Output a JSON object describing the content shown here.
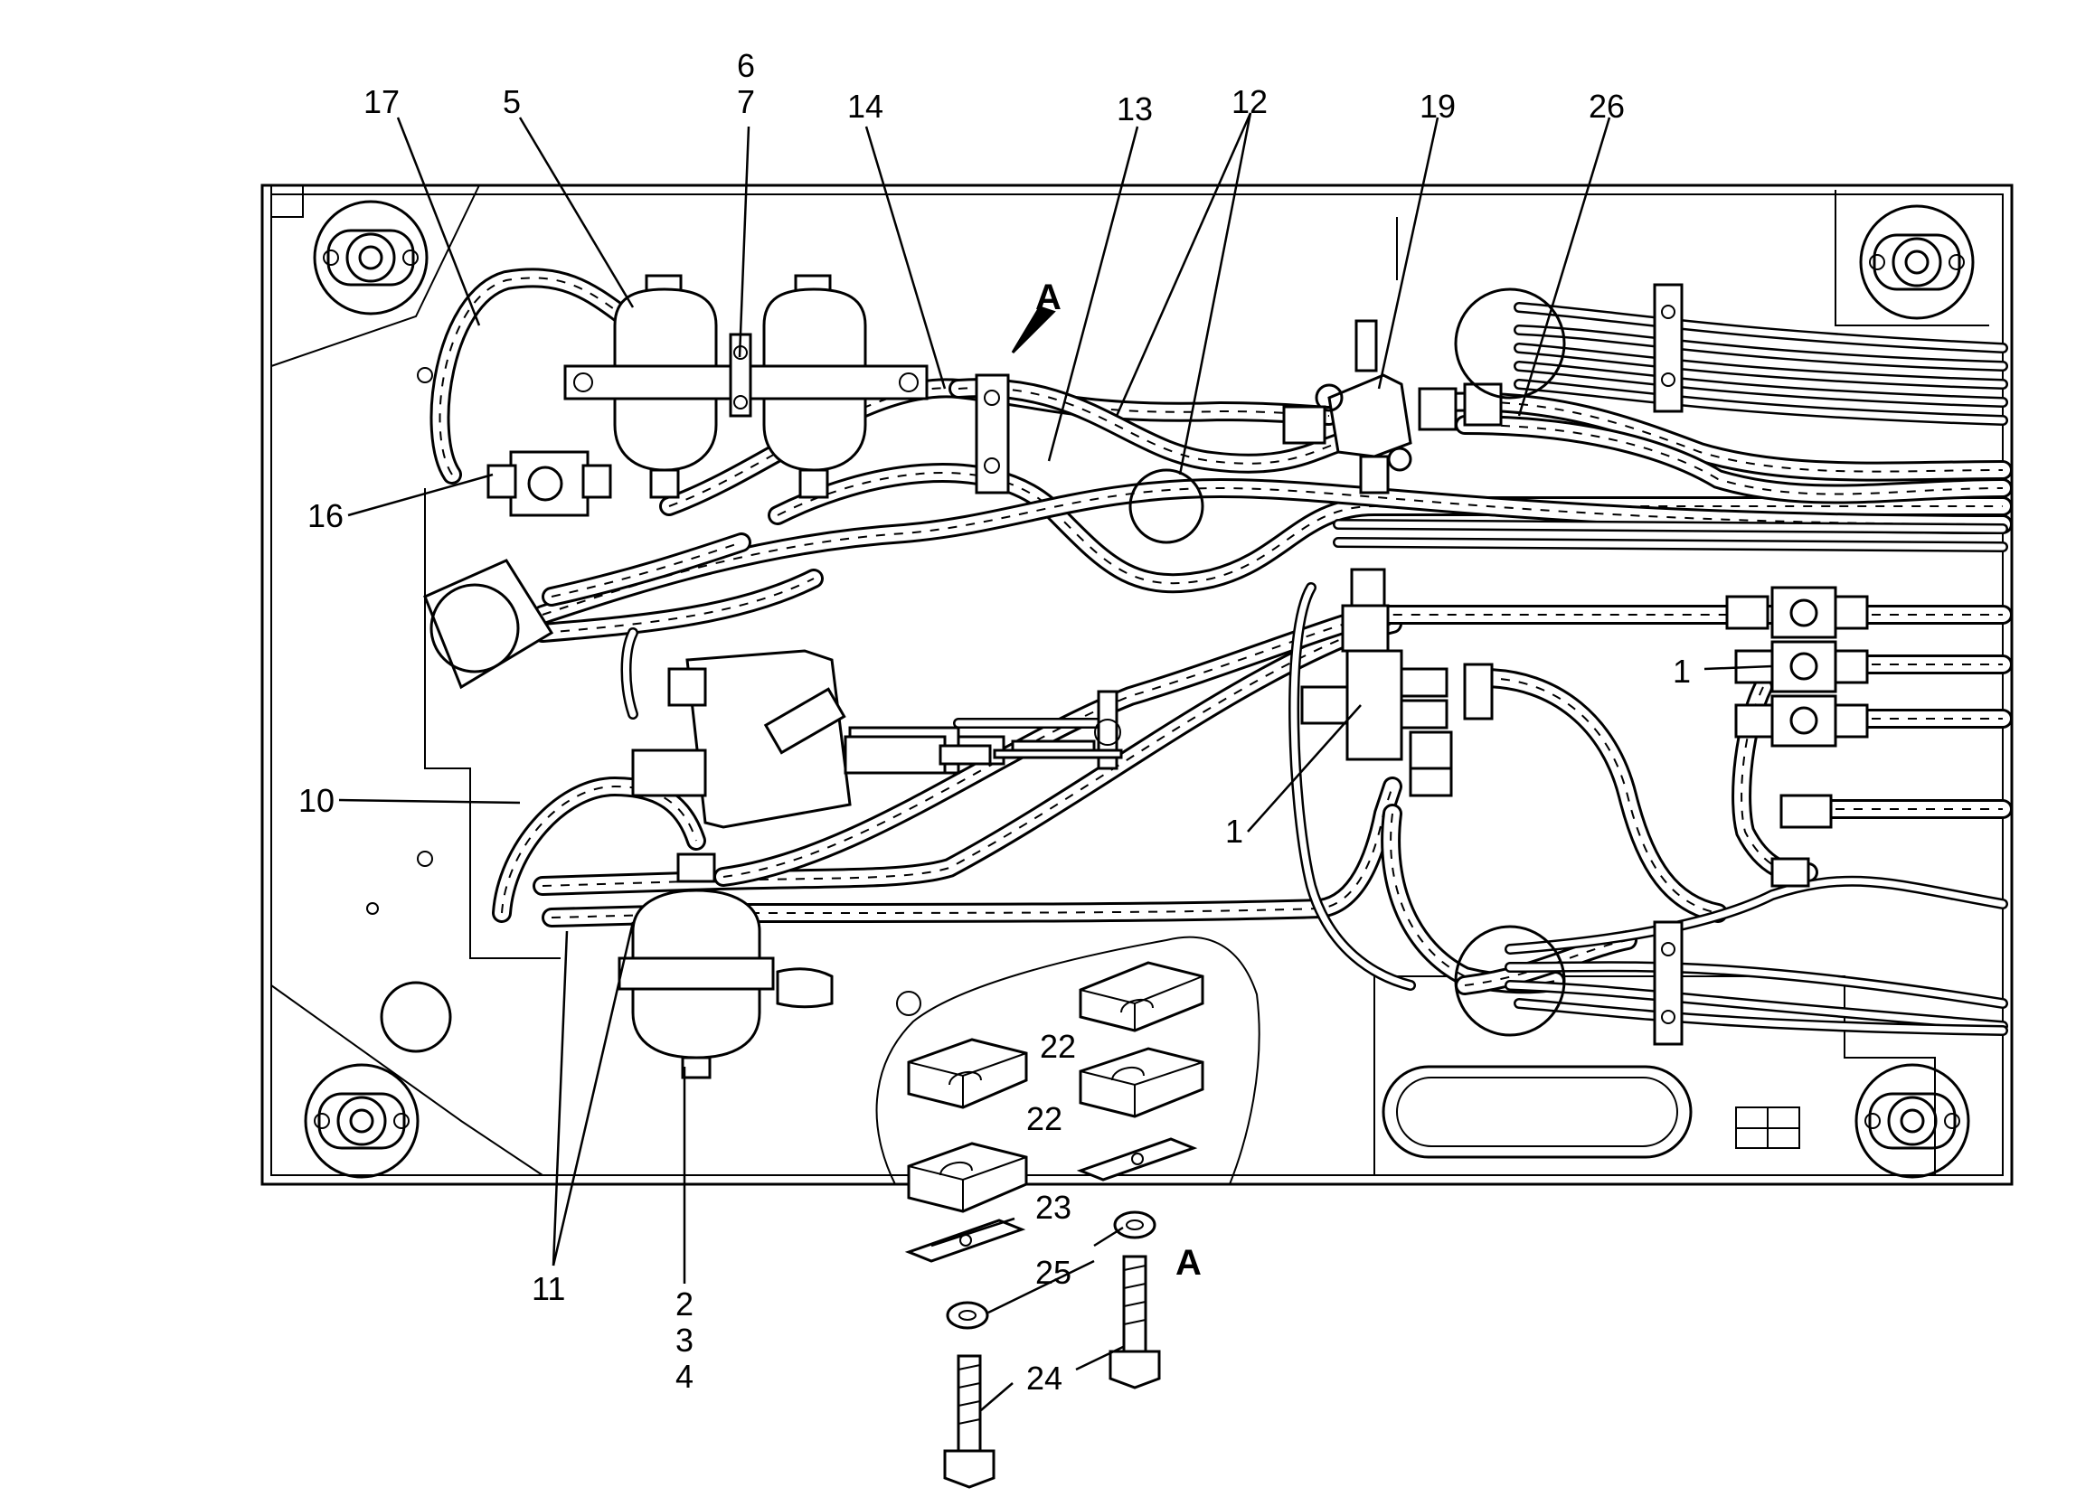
{
  "callouts": {
    "c17": "17",
    "c5": "5",
    "c6": "6",
    "c7": "7",
    "c14": "14",
    "c13": "13",
    "c12": "12",
    "c19": "19",
    "c26": "26",
    "c16": "16",
    "c1_right": "1",
    "c1_center": "1",
    "c10": "10",
    "c11": "11",
    "c2": "2",
    "c3": "3",
    "c4": "4",
    "c22_top": "22",
    "c22_bottom": "22",
    "c23": "23",
    "c25": "25",
    "c24": "24"
  },
  "view_markers": {
    "arrow_label": "A",
    "detail_label": "A"
  },
  "icons": [
    "accumulator-icon",
    "valve-block-icon",
    "hose-icon",
    "clamp-block-icon",
    "bolt-icon",
    "washer-icon",
    "mounting-pad-icon"
  ]
}
